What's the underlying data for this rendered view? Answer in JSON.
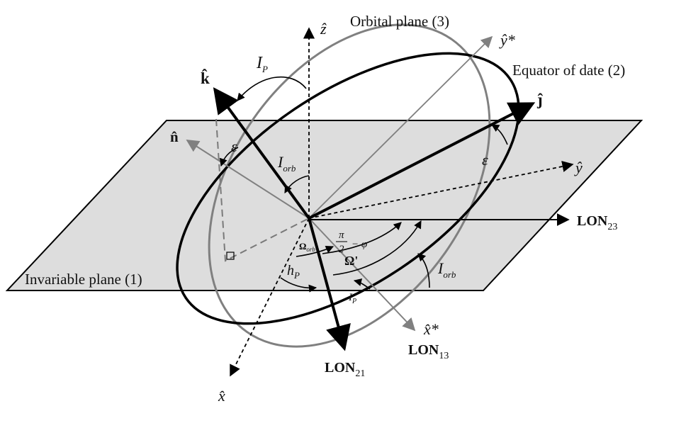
{
  "labels": {
    "orbital_plane": "Orbital plane (3)",
    "equator_of_date": "Equator of date (2)",
    "invariable_plane": "Invariable plane (1)",
    "z_axis": "ẑ",
    "y_star_axis": "ŷ*",
    "k_vector": "k̂",
    "j_vector": "ĵ",
    "n_vector": "n̂",
    "y_axis": "ŷ",
    "x_axis": "x̂",
    "x_star_axis": "x̂*",
    "lon23_main": "LON",
    "lon23_sub": "23",
    "lon13_main": "LON",
    "lon13_sub": "13",
    "lon21_main": "LON",
    "lon21_sub": "21",
    "ip_top_main": "I",
    "ip_top_sub": "P",
    "ip_bottom_main": "I",
    "ip_bottom_sub": "P",
    "iorb_main": "I",
    "iorb_sub": "orb",
    "iorb_right_main": "I",
    "iorb_right_sub": "orb",
    "epsilon_left": "ε",
    "epsilon_right": "ε",
    "pi_over_2_num": "π",
    "pi_over_2_den": "2",
    "pi_over_2_minus": "− φ",
    "omega_orb_main": "Ω",
    "omega_orb_sub": "orb",
    "omega_prime": "Ω'",
    "hp_main": "h",
    "hp_sub": "P"
  },
  "colors": {
    "plane_fill": "#dddddd",
    "dark_line": "#000000",
    "gray_line": "#808080",
    "dashed_gray": "#7a7a7a"
  }
}
